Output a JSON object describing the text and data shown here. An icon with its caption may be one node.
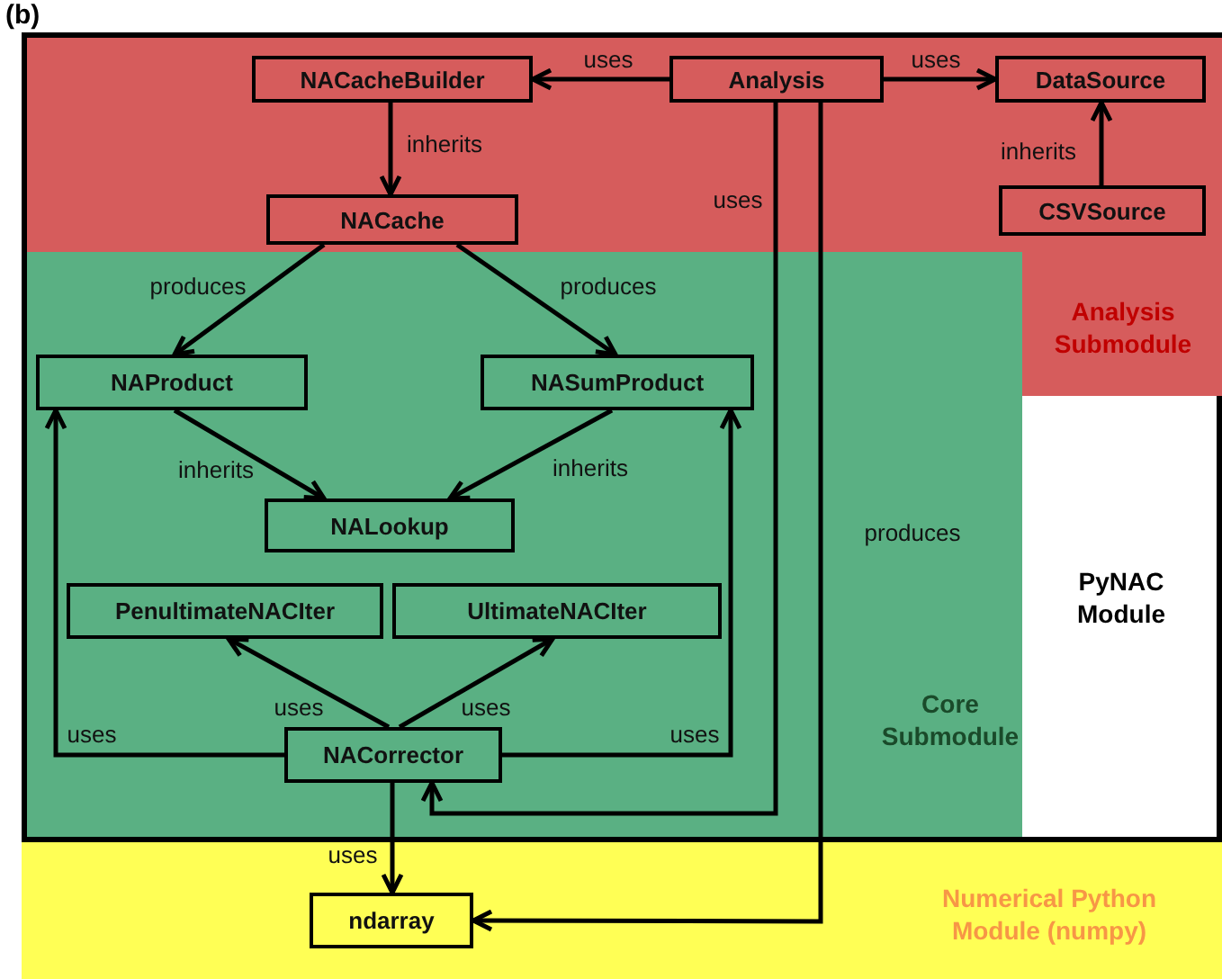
{
  "diagram": {
    "nodes": [
      {
        "text": [
          "PyNAC Module"
        ]
      },
      {
        "text": [
          "Analysis Submodule"
        ],
        "in": 0
      },
      {
        "text": [
          "Core Submodule"
        ],
        "in": 0
      },
      {
        "text": [
          "Numerical Python Module (numpy)"
        ]
      },
      {
        "text": [
          "NACacheBuilder"
        ],
        "in": 1
      },
      {
        "text": [
          "Analysis"
        ],
        "in": 1
      },
      {
        "text": [
          "DataSource"
        ],
        "in": 1
      },
      {
        "text": [
          "NACache"
        ],
        "in": 1
      },
      {
        "text": [
          "CSVSource"
        ],
        "in": 1
      },
      {
        "text": [
          "NAProduct"
        ],
        "in": 2
      },
      {
        "text": [
          "NASumProduct"
        ],
        "in": 2
      },
      {
        "text": [
          "NALookup"
        ],
        "in": 2
      },
      {
        "text": [
          "PenultimateNACIter"
        ],
        "in": 2
      },
      {
        "text": [
          "UltimateNACIter"
        ],
        "in": 2
      },
      {
        "text": [
          "NACorrector"
        ],
        "in": 2
      },
      {
        "text": [
          "ndarray"
        ],
        "in": 3
      }
    ],
    "edges": [
      {
        "from": 5,
        "to": 4,
        "arrow": "to",
        "label": "uses"
      },
      {
        "from": 5,
        "to": 6,
        "arrow": "to",
        "label": "uses"
      },
      {
        "from": 4,
        "to": 7,
        "arrow": "to",
        "label": "inherits"
      },
      {
        "from": 8,
        "to": 6,
        "arrow": "to",
        "label": "inherits"
      },
      {
        "from": 7,
        "to": 9,
        "arrow": "to",
        "label": "produces"
      },
      {
        "from": 7,
        "to": 10,
        "arrow": "to",
        "label": "produces"
      },
      {
        "from": 9,
        "to": 11,
        "arrow": "to",
        "label": "inherits"
      },
      {
        "from": 10,
        "to": 11,
        "arrow": "to",
        "label": "inherits"
      },
      {
        "from": 14,
        "to": 12,
        "arrow": "to",
        "label": "uses"
      },
      {
        "from": 14,
        "to": 13,
        "arrow": "to",
        "label": "uses"
      },
      {
        "from": 14,
        "to": 9,
        "arrow": "to",
        "label": "uses"
      },
      {
        "from": 14,
        "to": 10,
        "arrow": "to",
        "label": "uses"
      },
      {
        "from": 14,
        "to": 15,
        "arrow": "to",
        "label": "uses"
      },
      {
        "from": 5,
        "to": 14,
        "arrow": "to",
        "label": "uses"
      },
      {
        "from": 5,
        "to": 15,
        "arrow": "to",
        "label": "produces"
      }
    ],
    "labels": [
      "(b)"
    ]
  }
}
